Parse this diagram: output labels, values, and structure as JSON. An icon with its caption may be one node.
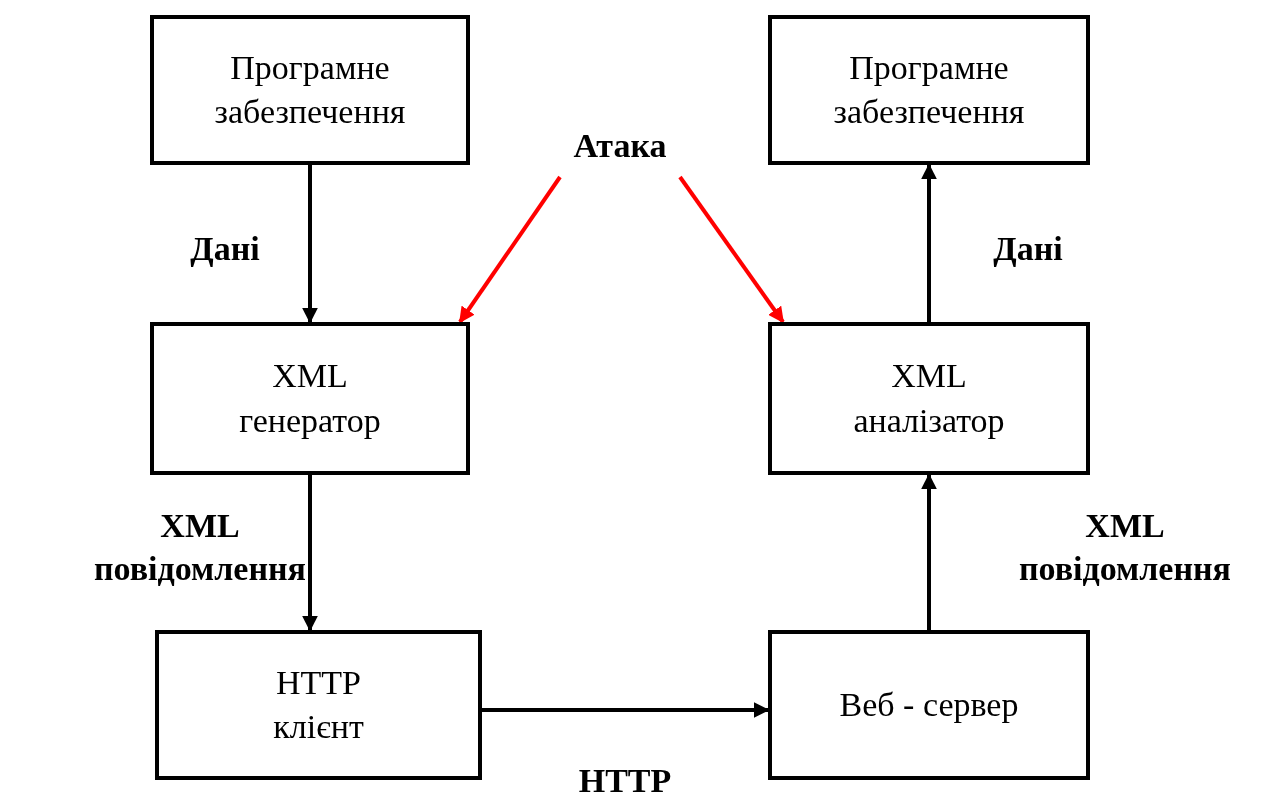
{
  "diagram": {
    "nodes": [
      {
        "text": [
          "Програмне забезпечення"
        ]
      },
      {
        "text": [
          "XML генератор"
        ]
      },
      {
        "text": [
          "HTTP клієнт"
        ]
      },
      {
        "text": [
          "Веб - сервер"
        ]
      },
      {
        "text": [
          "XML аналізатор"
        ]
      },
      {
        "text": [
          "Програмне забезпечення"
        ]
      },
      {
        "text": [
          "Атака"
        ]
      }
    ],
    "edges": [
      {
        "from": 0,
        "to": 1,
        "arrow": "to",
        "label": "Дані"
      },
      {
        "from": 1,
        "to": 2,
        "arrow": "to",
        "label": "XML повідомлення"
      },
      {
        "from": 2,
        "to": 3,
        "arrow": "to",
        "label": "HTTP"
      },
      {
        "from": 3,
        "to": 4,
        "arrow": "to",
        "label": "XML повідомлення"
      },
      {
        "from": 4,
        "to": 5,
        "arrow": "to",
        "label": "Дані"
      },
      {
        "from": 6,
        "to": 1,
        "arrow": "to",
        "color": "#ff0000"
      },
      {
        "from": 6,
        "to": 4,
        "arrow": "to",
        "color": "#ff0000"
      }
    ]
  }
}
